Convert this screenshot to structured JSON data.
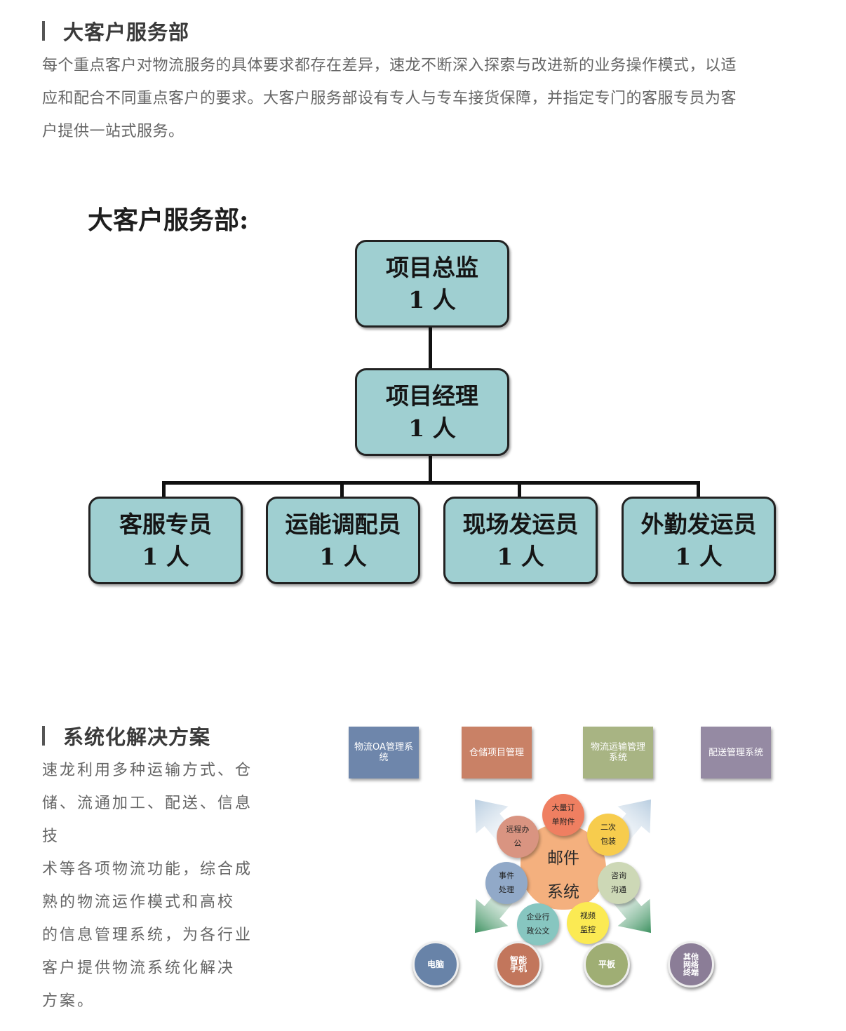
{
  "section1": {
    "title": "大客户服务部",
    "paragraph": "每个重点客户对物流服务的具体要求都存在差异，速龙不断深入探索与改进新的业务操作模式，以适\n应和配合不同重点客户的要求。大客户服务部设有专人与专车接货保障，并指定专门的客服专员为客\n户提供一站式服务。"
  },
  "org_chart": {
    "heading": "大客户服务部:",
    "nodes": [
      {
        "title": "项目总监",
        "count": "1 人"
      },
      {
        "title": "项目经理",
        "count": "1 人"
      },
      {
        "title": "客服专员",
        "count": "1 人"
      },
      {
        "title": "运能调配员",
        "count": "1 人"
      },
      {
        "title": "现场发运员",
        "count": "1 人"
      },
      {
        "title": "外勤发运员",
        "count": "1 人"
      }
    ],
    "box_color": "#9fcfd1"
  },
  "section2": {
    "title": "系统化解决方案",
    "paragraph": "速龙利用多种运输方式、仓\n储、流通加工、配送、信息技\n术等各项物流功能，综合成\n熟的物流运作模式和高校\n的信息管理系统，为各行业\n客户提供物流系统化解决\n方案。"
  },
  "system_diagram": {
    "systems": [
      {
        "label": "物流OA管理系统",
        "color": "#6e86ab"
      },
      {
        "label": "仓储项目管理",
        "color": "#c98166"
      },
      {
        "label": "物流运输管理系统",
        "color": "#a8b483"
      },
      {
        "label": "配送管理系统",
        "color": "#958aa3"
      }
    ],
    "center": {
      "label": "邮件\n系统",
      "color": "#f4b07e"
    },
    "features": [
      {
        "label": "大量订\n单附件",
        "color": "#ef7f61"
      },
      {
        "label": "二次\n包装",
        "color": "#f7cc4d"
      },
      {
        "label": "咨询\n沟通",
        "color": "#cdd8b6"
      },
      {
        "label": "视频\n监控",
        "color": "#fbea53"
      },
      {
        "label": "企业行\n政公文",
        "color": "#87c6c0"
      },
      {
        "label": "事件\n处理",
        "color": "#91a9c8"
      },
      {
        "label": "远程办\n公",
        "color": "#d99481"
      }
    ],
    "devices": [
      {
        "label": "电脑",
        "color": "#6883a8"
      },
      {
        "label": "智能\n手机",
        "color": "#c2765c"
      },
      {
        "label": "平板",
        "color": "#9fae74"
      },
      {
        "label": "其他\n网络\n终端",
        "color": "#8b7d97"
      }
    ]
  }
}
